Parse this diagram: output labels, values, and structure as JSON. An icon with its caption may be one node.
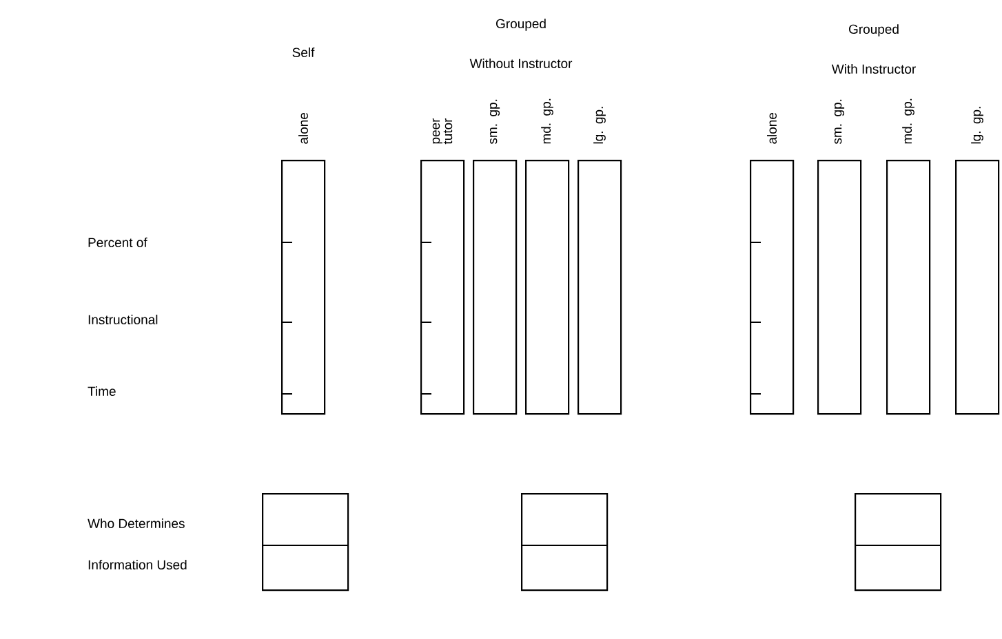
{
  "diagram": {
    "nodes": [
      {
        "text": [],
        "shape": "bar"
      },
      {
        "text": [],
        "shape": "bar"
      },
      {
        "text": [],
        "shape": "bar"
      },
      {
        "text": [],
        "shape": "bar"
      },
      {
        "text": [],
        "shape": "bar"
      },
      {
        "text": [],
        "shape": "bar"
      },
      {
        "text": [],
        "shape": "bar"
      },
      {
        "text": [],
        "shape": "bar"
      },
      {
        "text": [],
        "shape": "bar"
      },
      {
        "text": [],
        "shape": "box"
      },
      {
        "text": [],
        "shape": "box"
      },
      {
        "text": [],
        "shape": "box"
      }
    ],
    "labels": [
      "Self",
      "Grouped",
      "Without Instructor",
      "Grouped",
      "With Instructor",
      "alone",
      "peer tutor",
      "sm. gp.",
      "md. gp.",
      "lg. gp.",
      "alone",
      "sm. gp.",
      "md. gp.",
      "lg. gp.",
      "Percent of",
      "Instructional",
      "Time",
      "Who Determines",
      "Information Used"
    ]
  }
}
